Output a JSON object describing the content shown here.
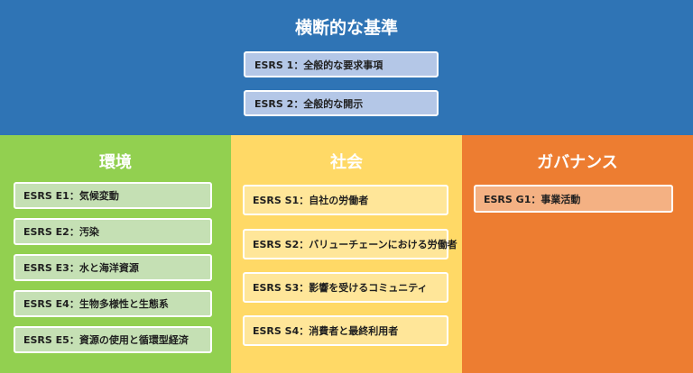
{
  "top": {
    "title": "横断的な基準",
    "items": [
      "ESRS 1：全般的な要求事項",
      "ESRS 2：全般的な開示"
    ]
  },
  "columns": [
    {
      "title": "環境",
      "color": "#92d050",
      "items": [
        "ESRS E1：気候変動",
        "ESRS E2：汚染",
        "ESRS E3：水と海洋資源",
        "ESRS E4：生物多様性と生態系",
        "ESRS E5：資源の使用と循環型経済"
      ]
    },
    {
      "title": "社会",
      "color": "#ffd966",
      "items": [
        "ESRS S1：自社の労働者",
        "ESRS S2：バリューチェーンにおける労働者",
        "ESRS S3：影響を受けるコミュニティ",
        "ESRS S4：消費者と最終利用者"
      ]
    },
    {
      "title": "ガバナンス",
      "color": "#ed7d31",
      "items": [
        "ESRS G1：事業活動"
      ]
    }
  ]
}
